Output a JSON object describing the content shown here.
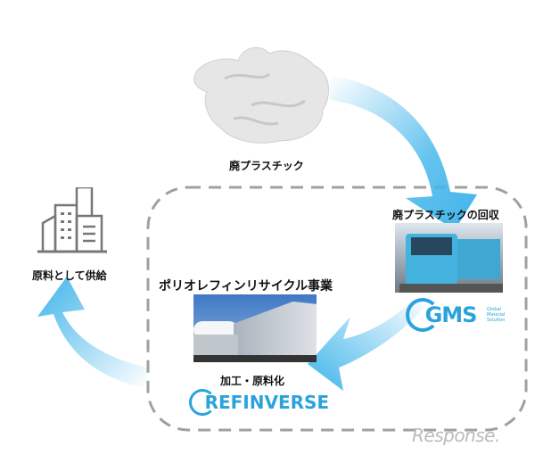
{
  "labels": {
    "waste_plastic": "廃プラスチック",
    "supply_as_material": "原料として供給",
    "collection": "廃プラスチックの回収",
    "business": "ポリオレフィンリサイクル事業",
    "processing": "加工・原料化"
  },
  "logos": {
    "gms": "GMS",
    "gms_sub": [
      "Global",
      "Material",
      "Solution"
    ],
    "refinverse": "REFINVERSE",
    "watermark": "Response."
  },
  "colors": {
    "arrow": "#3fb4ea",
    "logo": "#2aa3dc",
    "dash": "#a0a0a0"
  }
}
